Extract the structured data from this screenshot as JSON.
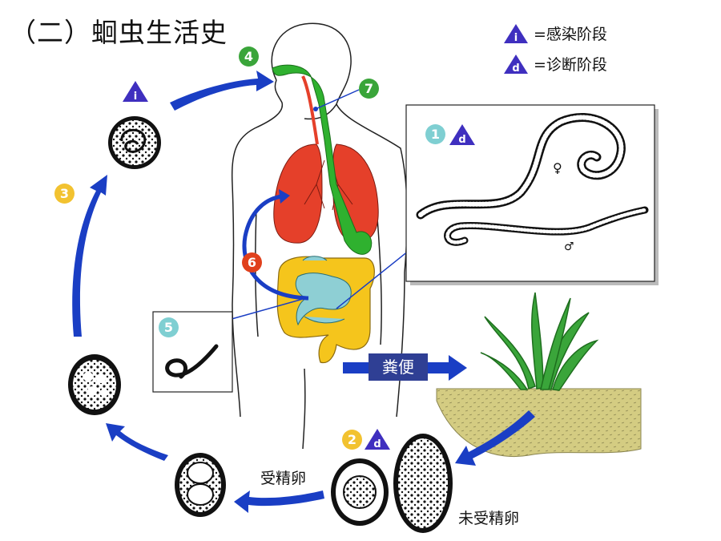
{
  "title": "（二）蛔虫生活史",
  "legend": {
    "infective": {
      "symbol": "i",
      "text": "=感染阶段"
    },
    "diagnostic": {
      "symbol": "d",
      "text": "=诊断阶段"
    }
  },
  "stages": [
    {
      "num": "1",
      "color": "#7fcfd2",
      "marker": "d"
    },
    {
      "num": "2",
      "color": "#f2c230",
      "marker": "d"
    },
    {
      "num": "3",
      "color": "#f2c230"
    },
    {
      "num": "4",
      "color": "#3aa53a"
    },
    {
      "num": "5",
      "color": "#7fcfd2"
    },
    {
      "num": "6",
      "color": "#e0401c"
    },
    {
      "num": "7",
      "color": "#3aa53a"
    }
  ],
  "labels": {
    "feces": "粪便",
    "fertilized_egg": "受精卵",
    "unfertilized_egg": "未受精卵",
    "female": "♀",
    "male": "♂"
  },
  "colors": {
    "arrow": "#1a3ec4",
    "lungs": "#e5402a",
    "esophagus": "#2fb12f",
    "intestine": "#f5c51c",
    "small_intestine": "#8ecfd4",
    "soil": "#d4cc82",
    "grass": "#3aa53a",
    "legend_triangle": "#3f2fbf"
  }
}
